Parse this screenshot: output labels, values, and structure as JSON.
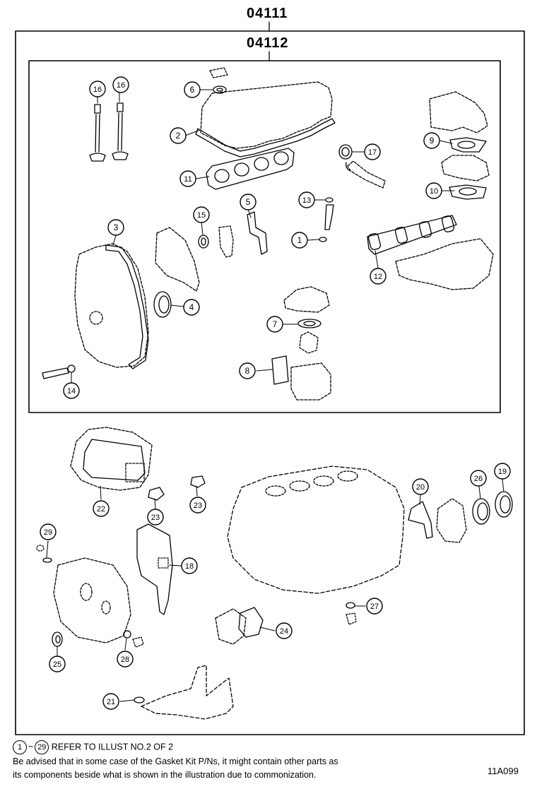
{
  "kits": {
    "outer": "04111",
    "inner": "04112"
  },
  "callouts": [
    {
      "id": "c1",
      "label": "1"
    },
    {
      "id": "c2",
      "label": "2"
    },
    {
      "id": "c3",
      "label": "3"
    },
    {
      "id": "c4",
      "label": "4"
    },
    {
      "id": "c5",
      "label": "5"
    },
    {
      "id": "c6",
      "label": "6"
    },
    {
      "id": "c7",
      "label": "7"
    },
    {
      "id": "c8",
      "label": "8"
    },
    {
      "id": "c9",
      "label": "9"
    },
    {
      "id": "c10",
      "label": "10"
    },
    {
      "id": "c11",
      "label": "11"
    },
    {
      "id": "c12",
      "label": "12"
    },
    {
      "id": "c13",
      "label": "13"
    },
    {
      "id": "c14",
      "label": "14"
    },
    {
      "id": "c15",
      "label": "15"
    },
    {
      "id": "c16a",
      "label": "16"
    },
    {
      "id": "c16b",
      "label": "16"
    },
    {
      "id": "c17",
      "label": "17"
    },
    {
      "id": "c18",
      "label": "18"
    },
    {
      "id": "c19",
      "label": "19"
    },
    {
      "id": "c20",
      "label": "20"
    },
    {
      "id": "c21",
      "label": "21"
    },
    {
      "id": "c22",
      "label": "22"
    },
    {
      "id": "c23a",
      "label": "23"
    },
    {
      "id": "c23b",
      "label": "23"
    },
    {
      "id": "c24",
      "label": "24"
    },
    {
      "id": "c25",
      "label": "25"
    },
    {
      "id": "c26",
      "label": "26"
    },
    {
      "id": "c27",
      "label": "27"
    },
    {
      "id": "c28",
      "label": "28"
    },
    {
      "id": "c29",
      "label": "29"
    }
  ],
  "notes": {
    "range_start": "1",
    "range_tilde": "~",
    "range_end": "29",
    "refer": "REFER TO ILLUST NO.2 OF 2",
    "line1": "Be advised that in some case of the Gasket Kit P/Ns,  it might contain other parts as",
    "line2": "its components beside what is shown in the illustration due to commonization."
  },
  "illustration_code": "11A099"
}
